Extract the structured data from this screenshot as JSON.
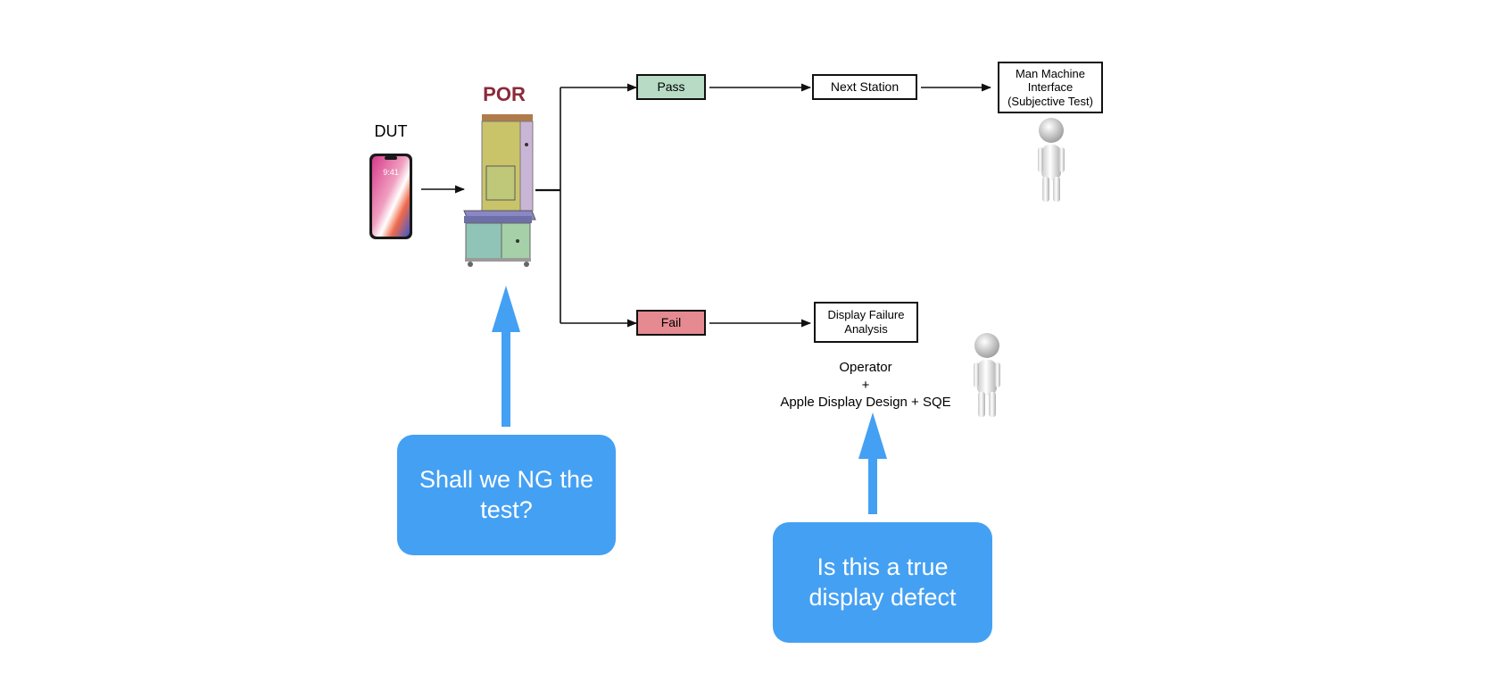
{
  "colors": {
    "pass_fill": "#b7dbc4",
    "fail_fill": "#e68a91",
    "por_text": "#8a2a3a",
    "callout_blue": "#44a0f3",
    "arrow": "#111111"
  },
  "dut": {
    "label": "DUT",
    "phone_time": "9:41"
  },
  "por": {
    "label": "POR"
  },
  "pass": {
    "label": "Pass"
  },
  "fail": {
    "label": "Fail"
  },
  "next_station": {
    "label": "Next Station"
  },
  "mmi": {
    "line1": "Man Machine",
    "line2": "Interface",
    "line3": "(Subjective Test)"
  },
  "dfa": {
    "line1": "Display Failure",
    "line2": "Analysis"
  },
  "operator_note": {
    "line1": "Operator",
    "line2": "+",
    "line3": "Apple Display Design + SQE"
  },
  "callouts": [
    {
      "text_line1": "Shall we NG the",
      "text_line2": "test?"
    },
    {
      "text_line1": "Is this a true",
      "text_line2": "display defect"
    }
  ],
  "icons": [
    "phone-icon",
    "test-machine-icon",
    "person-icon"
  ]
}
